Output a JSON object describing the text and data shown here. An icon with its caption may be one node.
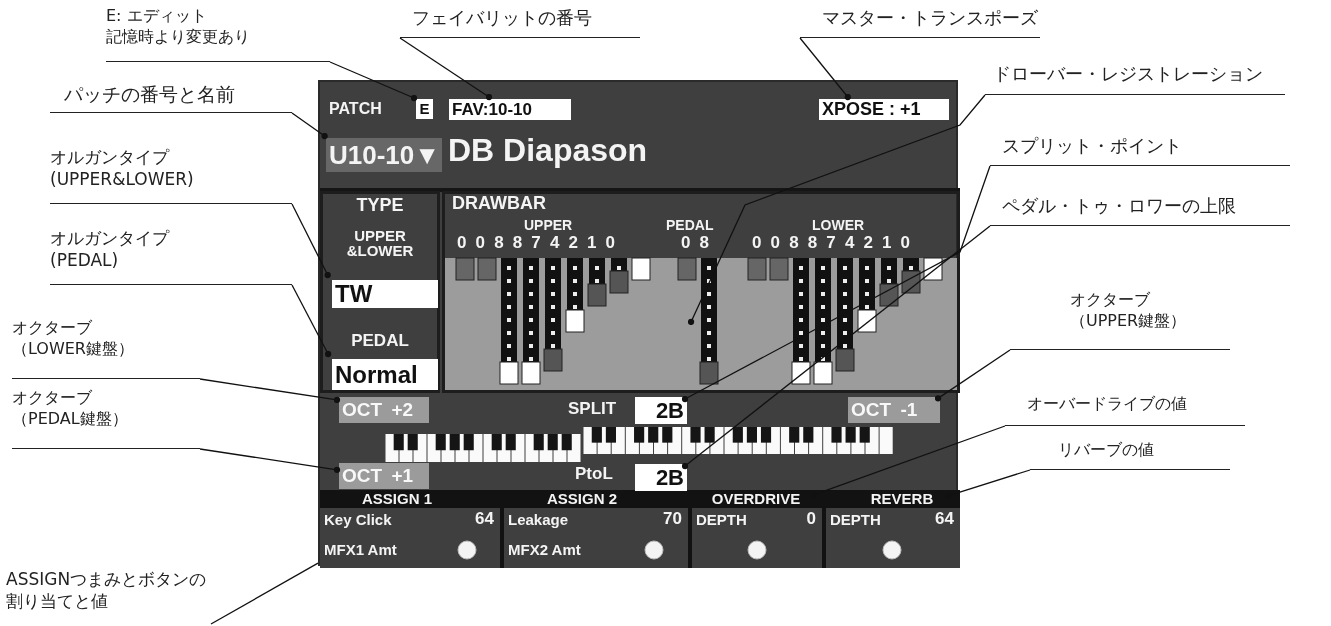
{
  "diagram": {
    "nodes": [
      {
        "text": [
          "E: エディット",
          "記憶時より変更あり"
        ]
      },
      {
        "text": [
          "フェイバリットの番号"
        ]
      },
      {
        "text": [
          "マスター・トランスポーズ"
        ]
      },
      {
        "text": [
          "パッチの番号と名前"
        ]
      },
      {
        "text": [
          "ドローバー・レジストレーション"
        ]
      },
      {
        "text": [
          "オルガンタイプ (UPPER&LOWER)"
        ]
      },
      {
        "text": [
          "スプリット・ポイント"
        ]
      },
      {
        "text": [
          "ペダル・トゥ・ロワーの上限"
        ]
      },
      {
        "text": [
          "オルガンタイプ (PEDAL)"
        ]
      },
      {
        "text": [
          "オクターブ（LOWER鍵盤）"
        ]
      },
      {
        "text": [
          "オクターブ（UPPER鍵盤）"
        ]
      },
      {
        "text": [
          "オーバードライブの値"
        ]
      },
      {
        "text": [
          "オクターブ（PEDAL鍵盤）"
        ]
      },
      {
        "text": [
          "リバーブの値"
        ]
      },
      {
        "text": [
          "ASSIGNつまみとボタンの割り当てと値"
        ]
      },
      {
        "text": [],
        "shape": "box"
      },
      {
        "text": [
          "E"
        ],
        "in": 15
      },
      {
        "text": [
          "FAV:10-10"
        ],
        "in": 15
      },
      {
        "text": [
          "XPOSE : +1"
        ],
        "in": 15
      },
      {
        "text": [
          "U10-10▼"
        ],
        "in": 15
      },
      {
        "text": [
          "TYPE",
          "UPPER &LOWER",
          "PEDAL"
        ],
        "in": 15
      },
      {
        "text": [
          "TW"
        ],
        "in": 20
      },
      {
        "text": [
          "Normal"
        ],
        "in": 20
      },
      {
        "text": [
          "DRAWBAR",
          "UPPER",
          "0 0 8 8 7 4 2 1 0",
          "PEDAL",
          "0 8",
          "LOWER",
          "0 0 8 8 7 4 2 1 0"
        ],
        "in": 15
      },
      {
        "text": [
          "OCT +2"
        ],
        "in": 15
      },
      {
        "text": [
          "2B"
        ],
        "in": 15
      },
      {
        "text": [
          "OCT -1"
        ],
        "in": 15
      },
      {
        "text": [
          "OCT +1"
        ],
        "in": 15
      },
      {
        "text": [
          "2B"
        ],
        "in": 15
      },
      {
        "text": [
          "OVERDRIVE"
        ],
        "in": 15
      },
      {
        "text": [
          "REVERB"
        ],
        "in": 15
      },
      {
        "text": [
          "Key Click",
          "64",
          "MFX1 Amt"
        ],
        "in": 15
      },
      {
        "text": [
          "Leakage",
          "70",
          "MFX2 Amt"
        ],
        "in": 15
      },
      {
        "text": [
          "DEPTH",
          "0"
        ],
        "in": 15
      },
      {
        "text": [
          "DEPTH",
          "64"
        ],
        "in": 15
      }
    ],
    "edges": [
      {
        "from": 0,
        "to": 16,
        "arrow": "other"
      },
      {
        "from": 1,
        "to": 17,
        "arrow": "other"
      },
      {
        "from": 2,
        "to": 18,
        "arrow": "other"
      },
      {
        "from": 3,
        "to": 19,
        "arrow": "other"
      },
      {
        "from": 4,
        "to": 23,
        "arrow": "other"
      },
      {
        "from": 5,
        "to": 21,
        "arrow": "other"
      },
      {
        "from": 6,
        "to": 25,
        "arrow": "other"
      },
      {
        "from": 7,
        "to": 28,
        "arrow": "other"
      },
      {
        "from": 8,
        "to": 22,
        "arrow": "other"
      },
      {
        "from": 9,
        "to": 24,
        "arrow": "other"
      },
      {
        "from": 10,
        "to": 26,
        "arrow": "other"
      },
      {
        "from": 11,
        "to": 29,
        "arrow": "other"
      },
      {
        "from": 12,
        "to": 27,
        "arrow": "other"
      },
      {
        "from": 13,
        "to": 30,
        "arrow": "other"
      },
      {
        "from": 14,
        "to": 31,
        "arrow": "none"
      }
    ],
    "labels": [
      "PATCH",
      "DB Diapason",
      "SPLIT",
      "PtoL",
      "ASSIGN 1",
      "ASSIGN 2"
    ]
  }
}
